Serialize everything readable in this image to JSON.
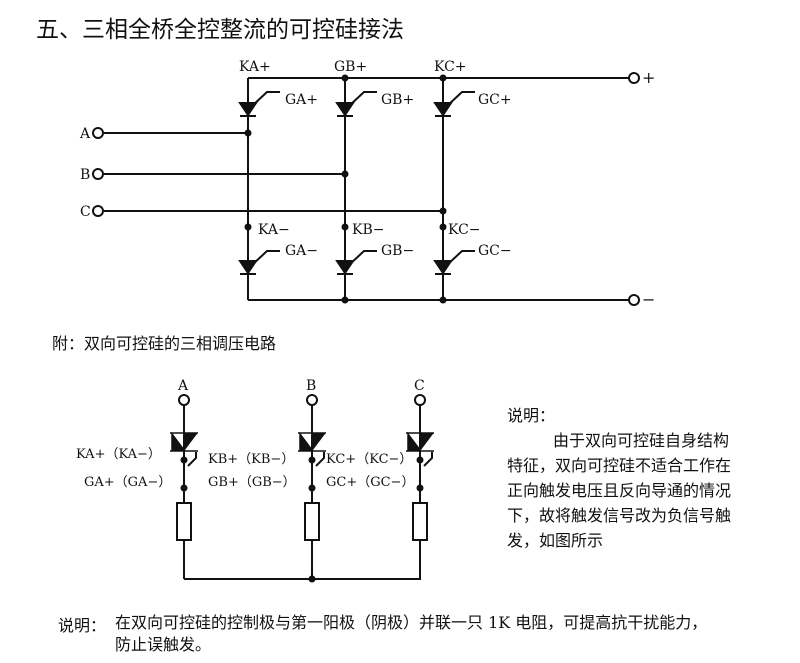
{
  "title": "五、三相全桥全控整流的可控硅接法",
  "bridge": {
    "inputs": [
      "A",
      "B",
      "C"
    ],
    "pos_terminal": "+",
    "neg_terminal": "−",
    "upper": [
      {
        "k": "KA+",
        "g": "GA+"
      },
      {
        "k": "GB+",
        "g": "GB+"
      },
      {
        "k": "KC+",
        "g": "GC+"
      }
    ],
    "lower": [
      {
        "k": "KA−",
        "g": "GA−"
      },
      {
        "k": "KB−",
        "g": "GB−"
      },
      {
        "k": "KC−",
        "g": "GC−"
      }
    ]
  },
  "subtitle": "附：双向可控硅的三相调压电路",
  "regulator": {
    "phases": [
      "A",
      "B",
      "C"
    ],
    "k_labels": [
      "KA+（KA−）",
      "KB+（KB−）",
      "KC+（KC−）"
    ],
    "g_labels": [
      "GA+（GA−）",
      "GB+（GB−）",
      "GC+（GC−）"
    ]
  },
  "note": {
    "title": "说明：",
    "lines": [
      "由于双向可控硅自身结构",
      "特征，双向可控硅不适合工作在",
      "正向触发电压且反向导通的情况",
      "下，故将触发信号改为负信号触",
      "发，如图所示"
    ]
  },
  "bottom_note": {
    "label": "说明：",
    "lines": [
      "在双向可控硅的控制极与第一阳极（阴极）并联一只 1K 电阻，可提高抗干扰能力，",
      "防止误触发。"
    ]
  }
}
